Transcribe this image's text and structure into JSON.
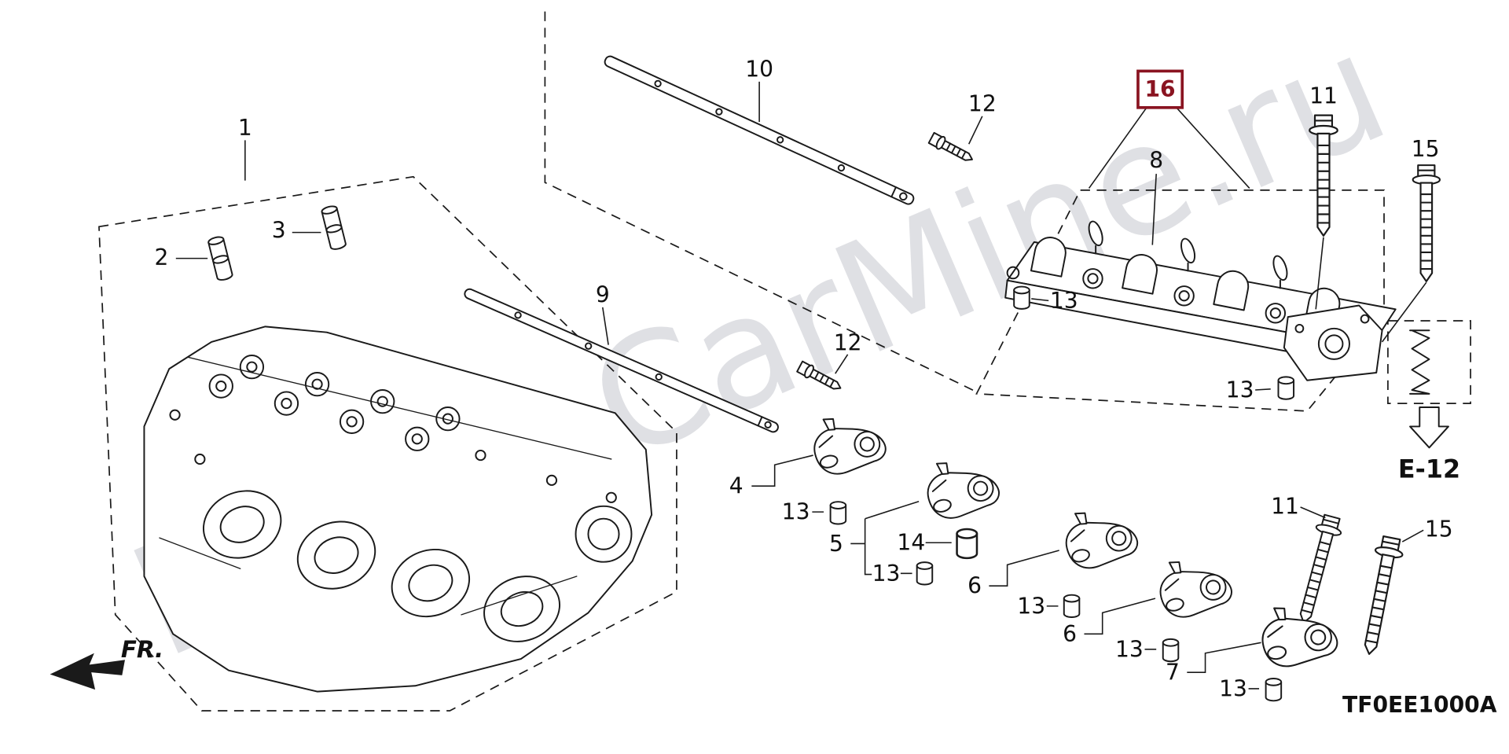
{
  "diagram": {
    "watermark": "HondaCarMine.ru",
    "code": "TF0EE1000A",
    "front_marker": "FR.",
    "reference_link": "E-12",
    "highlighted_callout": "16"
  },
  "callouts": {
    "1": "1",
    "2": "2",
    "3": "3",
    "4": "4",
    "5": "5",
    "6": "6",
    "7": "7",
    "8": "8",
    "9": "9",
    "10": "10",
    "11": "11",
    "12": "12",
    "13": "13",
    "14": "14",
    "15": "15",
    "16": "16"
  },
  "colors": {
    "line": "#1a1a1a",
    "highlight": "#8a1421",
    "watermark": "#c6c8ce",
    "background": "#ffffff"
  }
}
